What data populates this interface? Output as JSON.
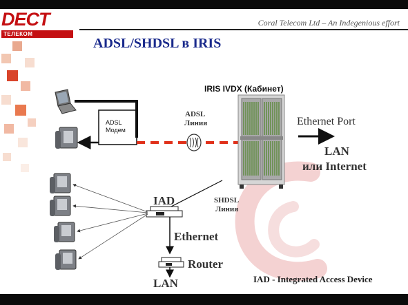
{
  "logo": {
    "brand": "DECT",
    "sub": "ТЕЛЕКОМ"
  },
  "tagline": "Coral Telecom Ltd – An Indegenious effort",
  "title": "ADSL/SHDSL в IRIS",
  "rack_label": "IRIS IVDX (Кабинет)",
  "modem_label": {
    "line1": "ADSL",
    "line2": "Модем"
  },
  "adsl_line": {
    "line1": "ADSL",
    "line2": "Линия"
  },
  "shdsl_line": {
    "line1": "SHDSL",
    "line2": "Линия"
  },
  "ethernet_port": "Ethernet Port",
  "lan_internet": {
    "line1": "LAN",
    "line2": "или Internet"
  },
  "iad_label": "IAD",
  "ethernet_label": "Ethernet",
  "router_label": "Router",
  "lan_label": "LAN",
  "footnote": "IAD - Integrated Access Device",
  "colors": {
    "title": "#1a2a8c",
    "brand_red": "#c40f12",
    "adsl_line": "#e0301a"
  }
}
